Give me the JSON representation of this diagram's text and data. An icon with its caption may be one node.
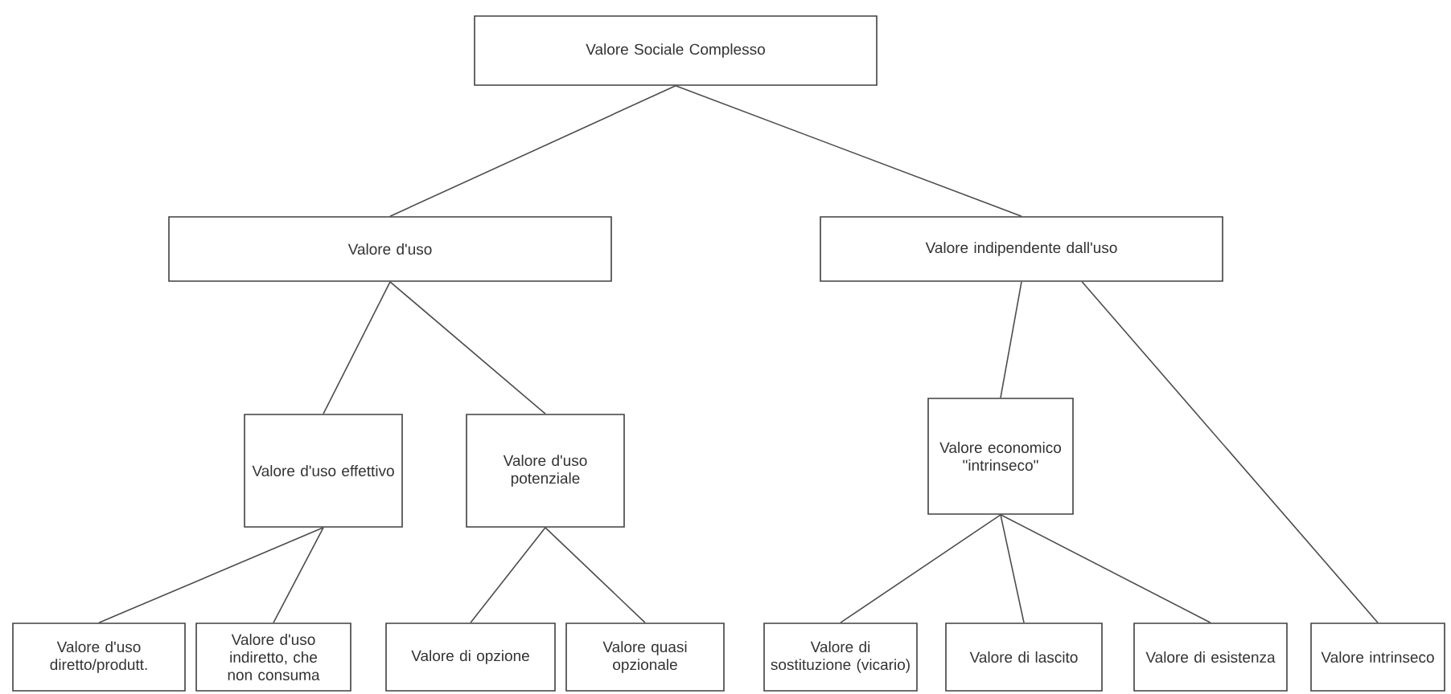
{
  "diagram": {
    "nodes": [
      {
        "text": [
          "Valore Sociale Complesso"
        ]
      },
      {
        "text": [
          "Valore d'uso"
        ]
      },
      {
        "text": [
          "Valore indipendente dall'uso"
        ]
      },
      {
        "text": [
          "Valore d'uso effettivo"
        ]
      },
      {
        "text": [
          "Valore d'uso potenziale"
        ]
      },
      {
        "text": [
          "Valore economico \"intrinseco\""
        ]
      },
      {
        "text": [
          "Valore d'uso diretto/produtt."
        ]
      },
      {
        "text": [
          "Valore d'uso indiretto, che non consuma"
        ]
      },
      {
        "text": [
          "Valore di opzione"
        ]
      },
      {
        "text": [
          "Valore quasi opzionale"
        ]
      },
      {
        "text": [
          "Valore di sostituzione (vicario)"
        ]
      },
      {
        "text": [
          "Valore di lascito"
        ]
      },
      {
        "text": [
          "Valore di esistenza"
        ]
      },
      {
        "text": [
          "Valore intrinseco"
        ]
      }
    ],
    "edges": [
      {
        "from": 0,
        "to": 1,
        "arrow": "none"
      },
      {
        "from": 0,
        "to": 2,
        "arrow": "none"
      },
      {
        "from": 1,
        "to": 3,
        "arrow": "none"
      },
      {
        "from": 1,
        "to": 4,
        "arrow": "none"
      },
      {
        "from": 2,
        "to": 5,
        "arrow": "none"
      },
      {
        "from": 2,
        "to": 13,
        "arrow": "none"
      },
      {
        "from": 3,
        "to": 6,
        "arrow": "none"
      },
      {
        "from": 3,
        "to": 7,
        "arrow": "none"
      },
      {
        "from": 4,
        "to": 8,
        "arrow": "none"
      },
      {
        "from": 4,
        "to": 9,
        "arrow": "none"
      },
      {
        "from": 5,
        "to": 10,
        "arrow": "none"
      },
      {
        "from": 5,
        "to": 11,
        "arrow": "none"
      },
      {
        "from": 5,
        "to": 12,
        "arrow": "none"
      }
    ]
  }
}
